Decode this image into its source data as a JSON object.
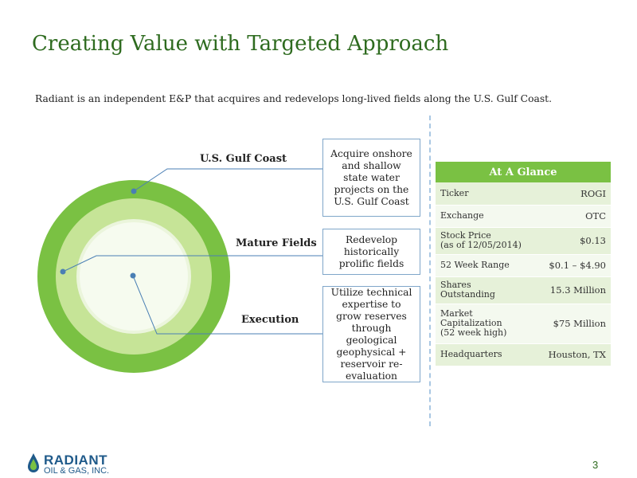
{
  "title": "Creating Value with Targeted Approach",
  "subtitle": "Radiant is an independent E&P that acquires and redevelops long-lived fields along the U.S. Gulf Coast.",
  "diagram": {
    "rings": [
      {
        "label": "U.S. Gulf Coast",
        "description": "Acquire onshore and shallow state water projects on the U.S. Gulf Coast"
      },
      {
        "label": "Mature Fields",
        "description": "Redevelop historically prolific fields"
      },
      {
        "label": "Execution",
        "description": "Utilize technical expertise to grow reserves through geological geophysical + reservoir re-evaluation"
      }
    ],
    "colors": {
      "outer": "#7ac143",
      "middle": "#c6e497",
      "inner": "#ebf5dc",
      "line": "#4a7fb4"
    }
  },
  "glance": {
    "header": "At A Glance",
    "rows": [
      {
        "label": "Ticker",
        "label2": "",
        "value": "ROGI"
      },
      {
        "label": "Exchange",
        "label2": "",
        "value": "OTC"
      },
      {
        "label": "Stock Price",
        "label2": "(as of 12/05/2014)",
        "value": "$0.13"
      },
      {
        "label": "52 Week Range",
        "label2": "",
        "value": "$0.1 – $4.90"
      },
      {
        "label": "Shares",
        "label2": "Outstanding",
        "value": "15.3 Million"
      },
      {
        "label": "Market",
        "label2": "Capitalization",
        "label3": "(52 week high)",
        "value": "$75 Million"
      },
      {
        "label": "Headquarters",
        "label2": "",
        "value": "Houston, TX"
      }
    ]
  },
  "footer": {
    "logo_line1": "RADIANT",
    "logo_line2": "OIL & GAS, INC.",
    "page_number": "3"
  }
}
